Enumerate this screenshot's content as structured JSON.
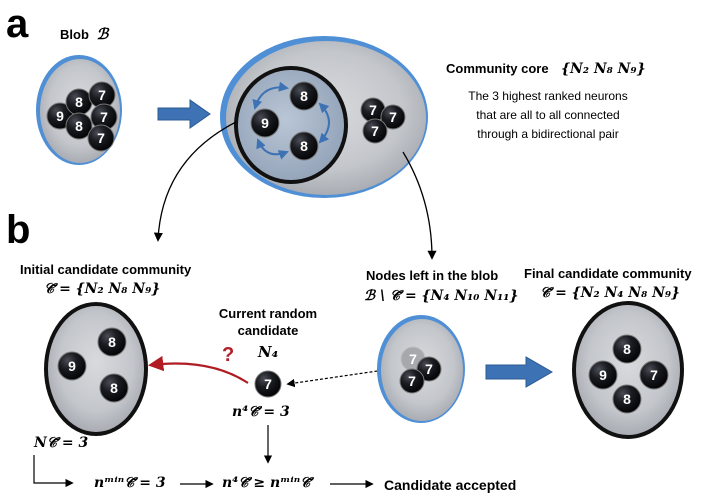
{
  "panel_a": {
    "letter": "a",
    "blob_label": "Blob",
    "blob_symbol": "ℬ",
    "blob_nodes": [
      "9",
      "8",
      "8",
      "7",
      "7",
      "7"
    ],
    "core_nodes": [
      "9",
      "8",
      "8"
    ],
    "left_over_nodes": [
      "7",
      "7",
      "7"
    ],
    "community_core_label": "Community core",
    "community_core_math": "{N₂ N₈ N₉}",
    "description_lines": [
      "The 3 highest ranked neurons",
      "that are all to all connected",
      "through a bidirectional pair"
    ]
  },
  "panel_b": {
    "letter": "b",
    "initial_title": "Initial candidate community",
    "initial_math": "𝒞̃ = {N₂ N₈ N₉}",
    "initial_nodes": [
      "8",
      "9",
      "8"
    ],
    "current_title_line1": "Current random",
    "current_title_line2": "candidate",
    "current_symbol": "N₄",
    "current_node": "7",
    "question_mark": "?",
    "n_count": "n⁴𝒞̃ = 3",
    "left_title": "Nodes left in the blob",
    "left_math": "ℬ \\ 𝒞̃ = {N₄ N₁₀ N₁₁}",
    "left_nodes": [
      "7",
      "7",
      "7"
    ],
    "final_title": "Final candidate community",
    "final_math": "𝒞̃ = {N₂ N₄ N₈ N₉}",
    "final_nodes": [
      "8",
      "9",
      "7",
      "8"
    ],
    "size_math": "N𝒞̃ = 3",
    "nmin_math": "nᵐⁱⁿ𝒞̃ = 3",
    "compare_math": "n⁴𝒞̃ ≥ nᵐⁱⁿ𝒞̃",
    "result_label": "Candidate accepted"
  },
  "colors": {
    "blob_fill": "#c9ccd1",
    "blob_rim": "#4f8fd6",
    "neuron": "#121317",
    "arrow_blue": "#3d72b4",
    "question_red": "#b3202a",
    "reject_arrow": "#b01c22"
  }
}
